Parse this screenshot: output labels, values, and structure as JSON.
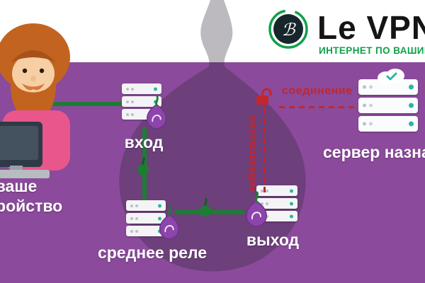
{
  "branding": {
    "logo_text": "Le VPN",
    "tagline": "ИНТЕРНЕТ ПО ВАШИМ ПРАВИЛАМ"
  },
  "diagram": {
    "device_label_line1": "ваше",
    "device_label_line2": "устройство",
    "entry_label": "вход",
    "middle_label": "среднее реле",
    "exit_label": "выход",
    "destination_label": "сервер назначения",
    "insecure_label_vertical": "небезопасное",
    "insecure_label_horizontal": "соединение"
  },
  "icons": {
    "onion_node": "onion-icon",
    "secure_marker": "green-onion-icon",
    "insecure_lock": "open-padlock-icon",
    "logo_emblem": "shield-monogram-icon",
    "destination_cloud": "cloud-icon"
  },
  "colors": {
    "background_purple": "#8b4a9b",
    "secure_green": "#1d7d32",
    "insecure_red": "#c1272d",
    "logo_green": "#10a04a",
    "onion_purple": "#8e44ad"
  }
}
